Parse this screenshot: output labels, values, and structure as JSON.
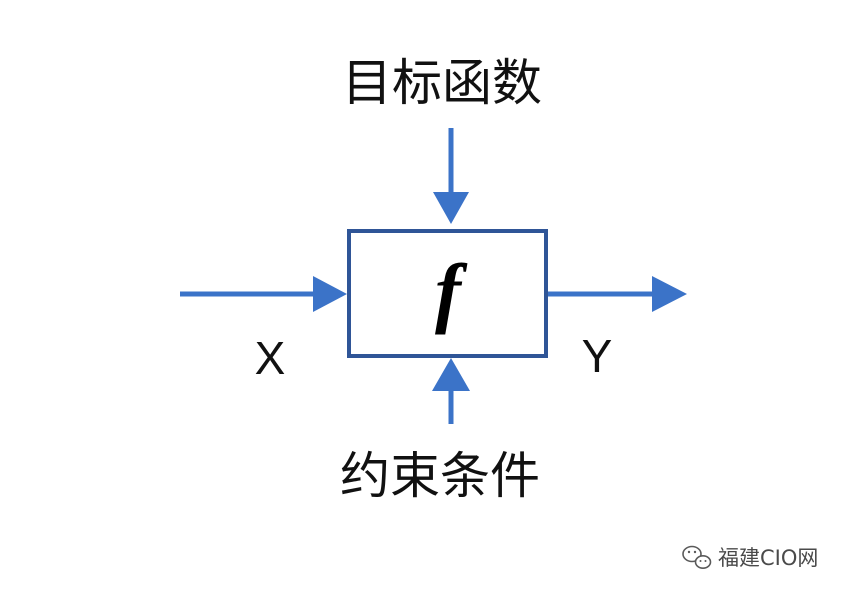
{
  "diagram": {
    "objective_label": "目标函数",
    "constraint_label": "约束条件",
    "function_symbol": "f",
    "input_label": "X",
    "output_label": "Y"
  },
  "watermark": {
    "text": "福建CIO网",
    "icon": "wechat-icon"
  },
  "colors": {
    "arrow": "#3b73c8",
    "box_border": "#2f5597",
    "text": "#111111"
  }
}
